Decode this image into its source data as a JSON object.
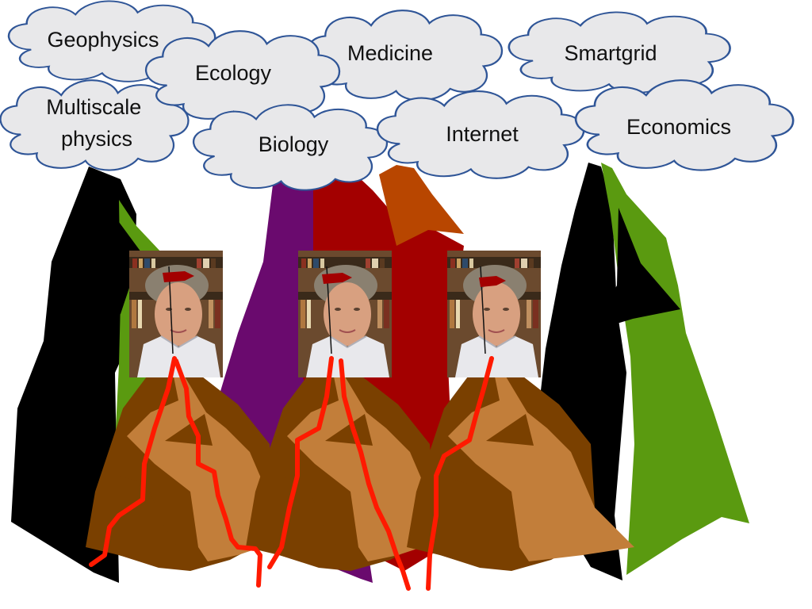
{
  "clouds": [
    {
      "id": "geophysics",
      "lines": [
        "Geophysics"
      ]
    },
    {
      "id": "ecology",
      "lines": [
        "Ecology"
      ]
    },
    {
      "id": "medicine",
      "lines": [
        "Medicine"
      ]
    },
    {
      "id": "smartgrid",
      "lines": [
        "Smartgrid"
      ]
    },
    {
      "id": "multiscale",
      "lines": [
        "Multiscale",
        "physics"
      ]
    },
    {
      "id": "biology",
      "lines": [
        "Biology"
      ]
    },
    {
      "id": "internet",
      "lines": [
        "Internet"
      ]
    },
    {
      "id": "economics",
      "lines": [
        "Economics"
      ]
    }
  ],
  "portraits": [
    {
      "name": "portrait-left"
    },
    {
      "name": "portrait-center"
    },
    {
      "name": "portrait-right"
    }
  ],
  "colors": {
    "cloud_fill": "#e8e8ea",
    "cloud_stroke": "#2f5597",
    "peak_black": "#000000",
    "peak_green": "#5a9a10",
    "peak_purple": "#6a0a6e",
    "peak_red": "#a30000",
    "peak_orange": "#b84600",
    "mountain_dark": "#7a4000",
    "mountain_light": "#c27e3a",
    "lava": "#ff1a00",
    "flag": "#a30000"
  }
}
